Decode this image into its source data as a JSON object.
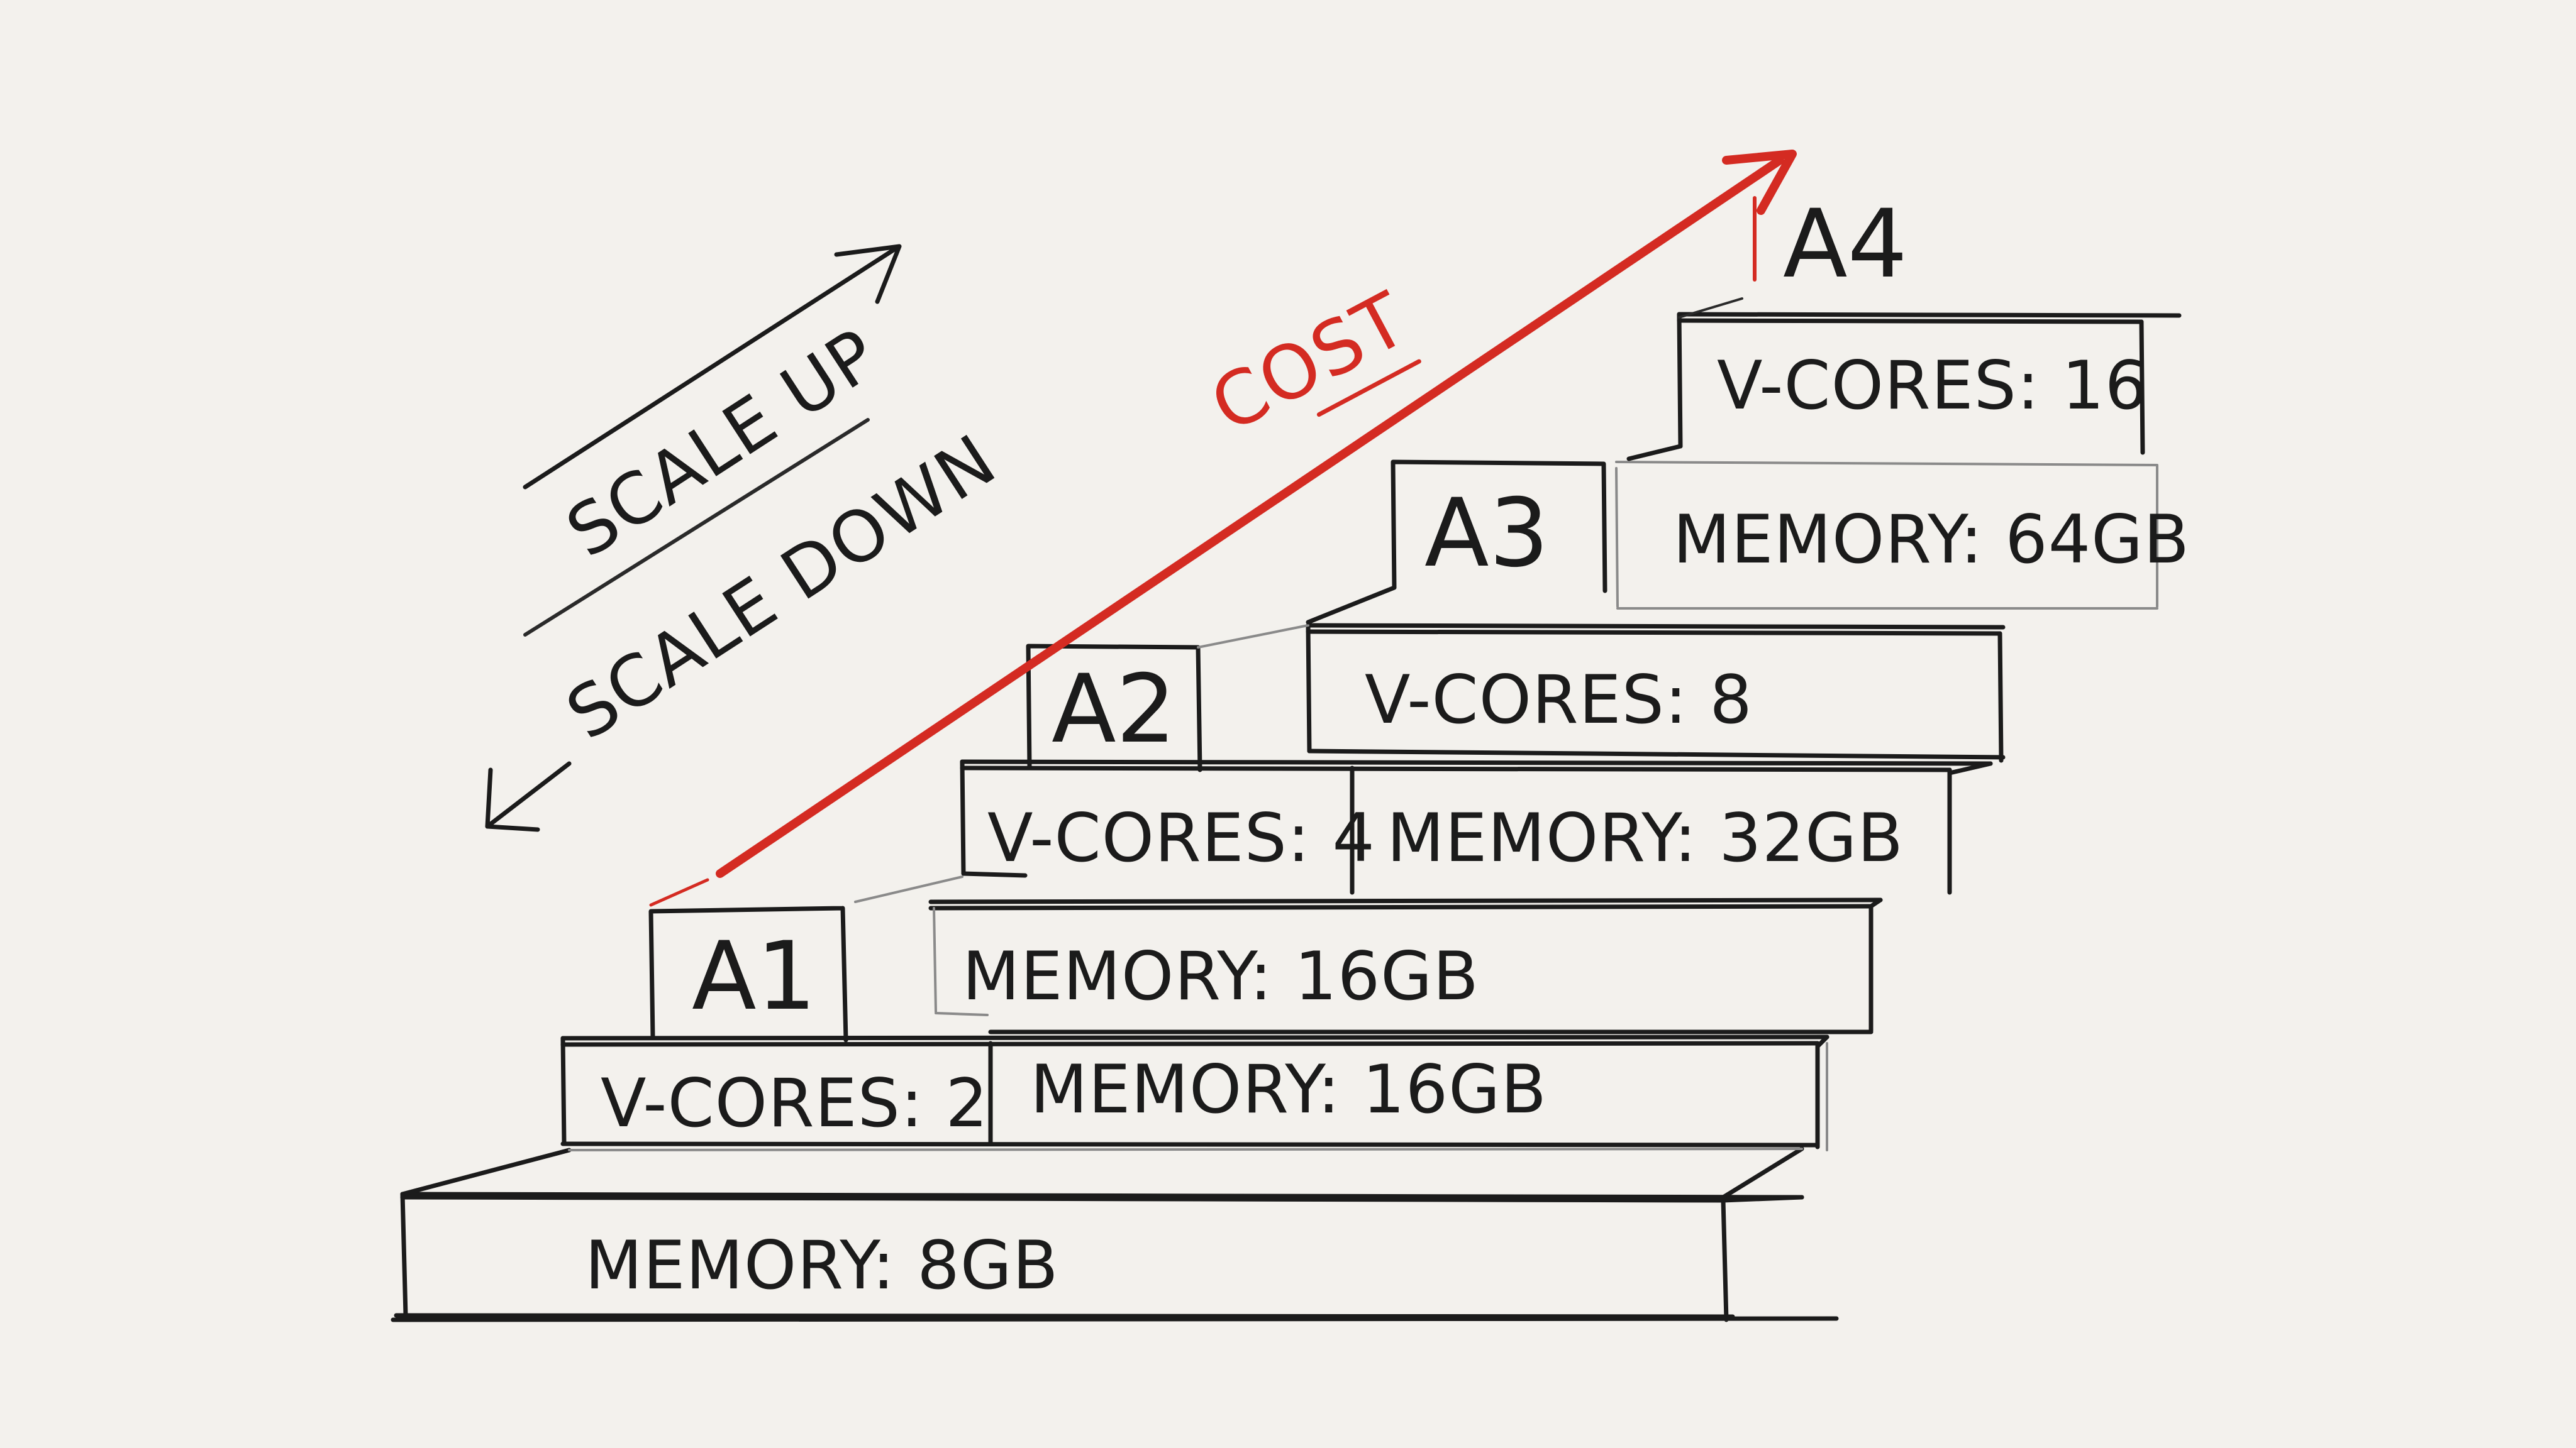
{
  "diagram": {
    "tiers": [
      {
        "id": "A1",
        "vcores": "V-CORES: 2",
        "memory": "MEMORY: 8GB"
      },
      {
        "id": "A2",
        "vcores": "V-CORES: 4",
        "memory": "MEMORY: 16GB"
      },
      {
        "id": "A3",
        "vcores": "V-CORES: 8",
        "memory": "MEMORY: 32GB"
      },
      {
        "id": "A4",
        "vcores": "V-CORES: 16",
        "memory": "MEMORY: 64GB"
      }
    ],
    "extra_memory_label": "MEMORY: 16GB",
    "scale_up": "SCALE UP",
    "scale_down": "SCALE DOWN",
    "cost": "COST",
    "colors": {
      "ink": "#1b1b1b",
      "accent": "#d42b22",
      "paper": "#f3f1ed"
    }
  }
}
